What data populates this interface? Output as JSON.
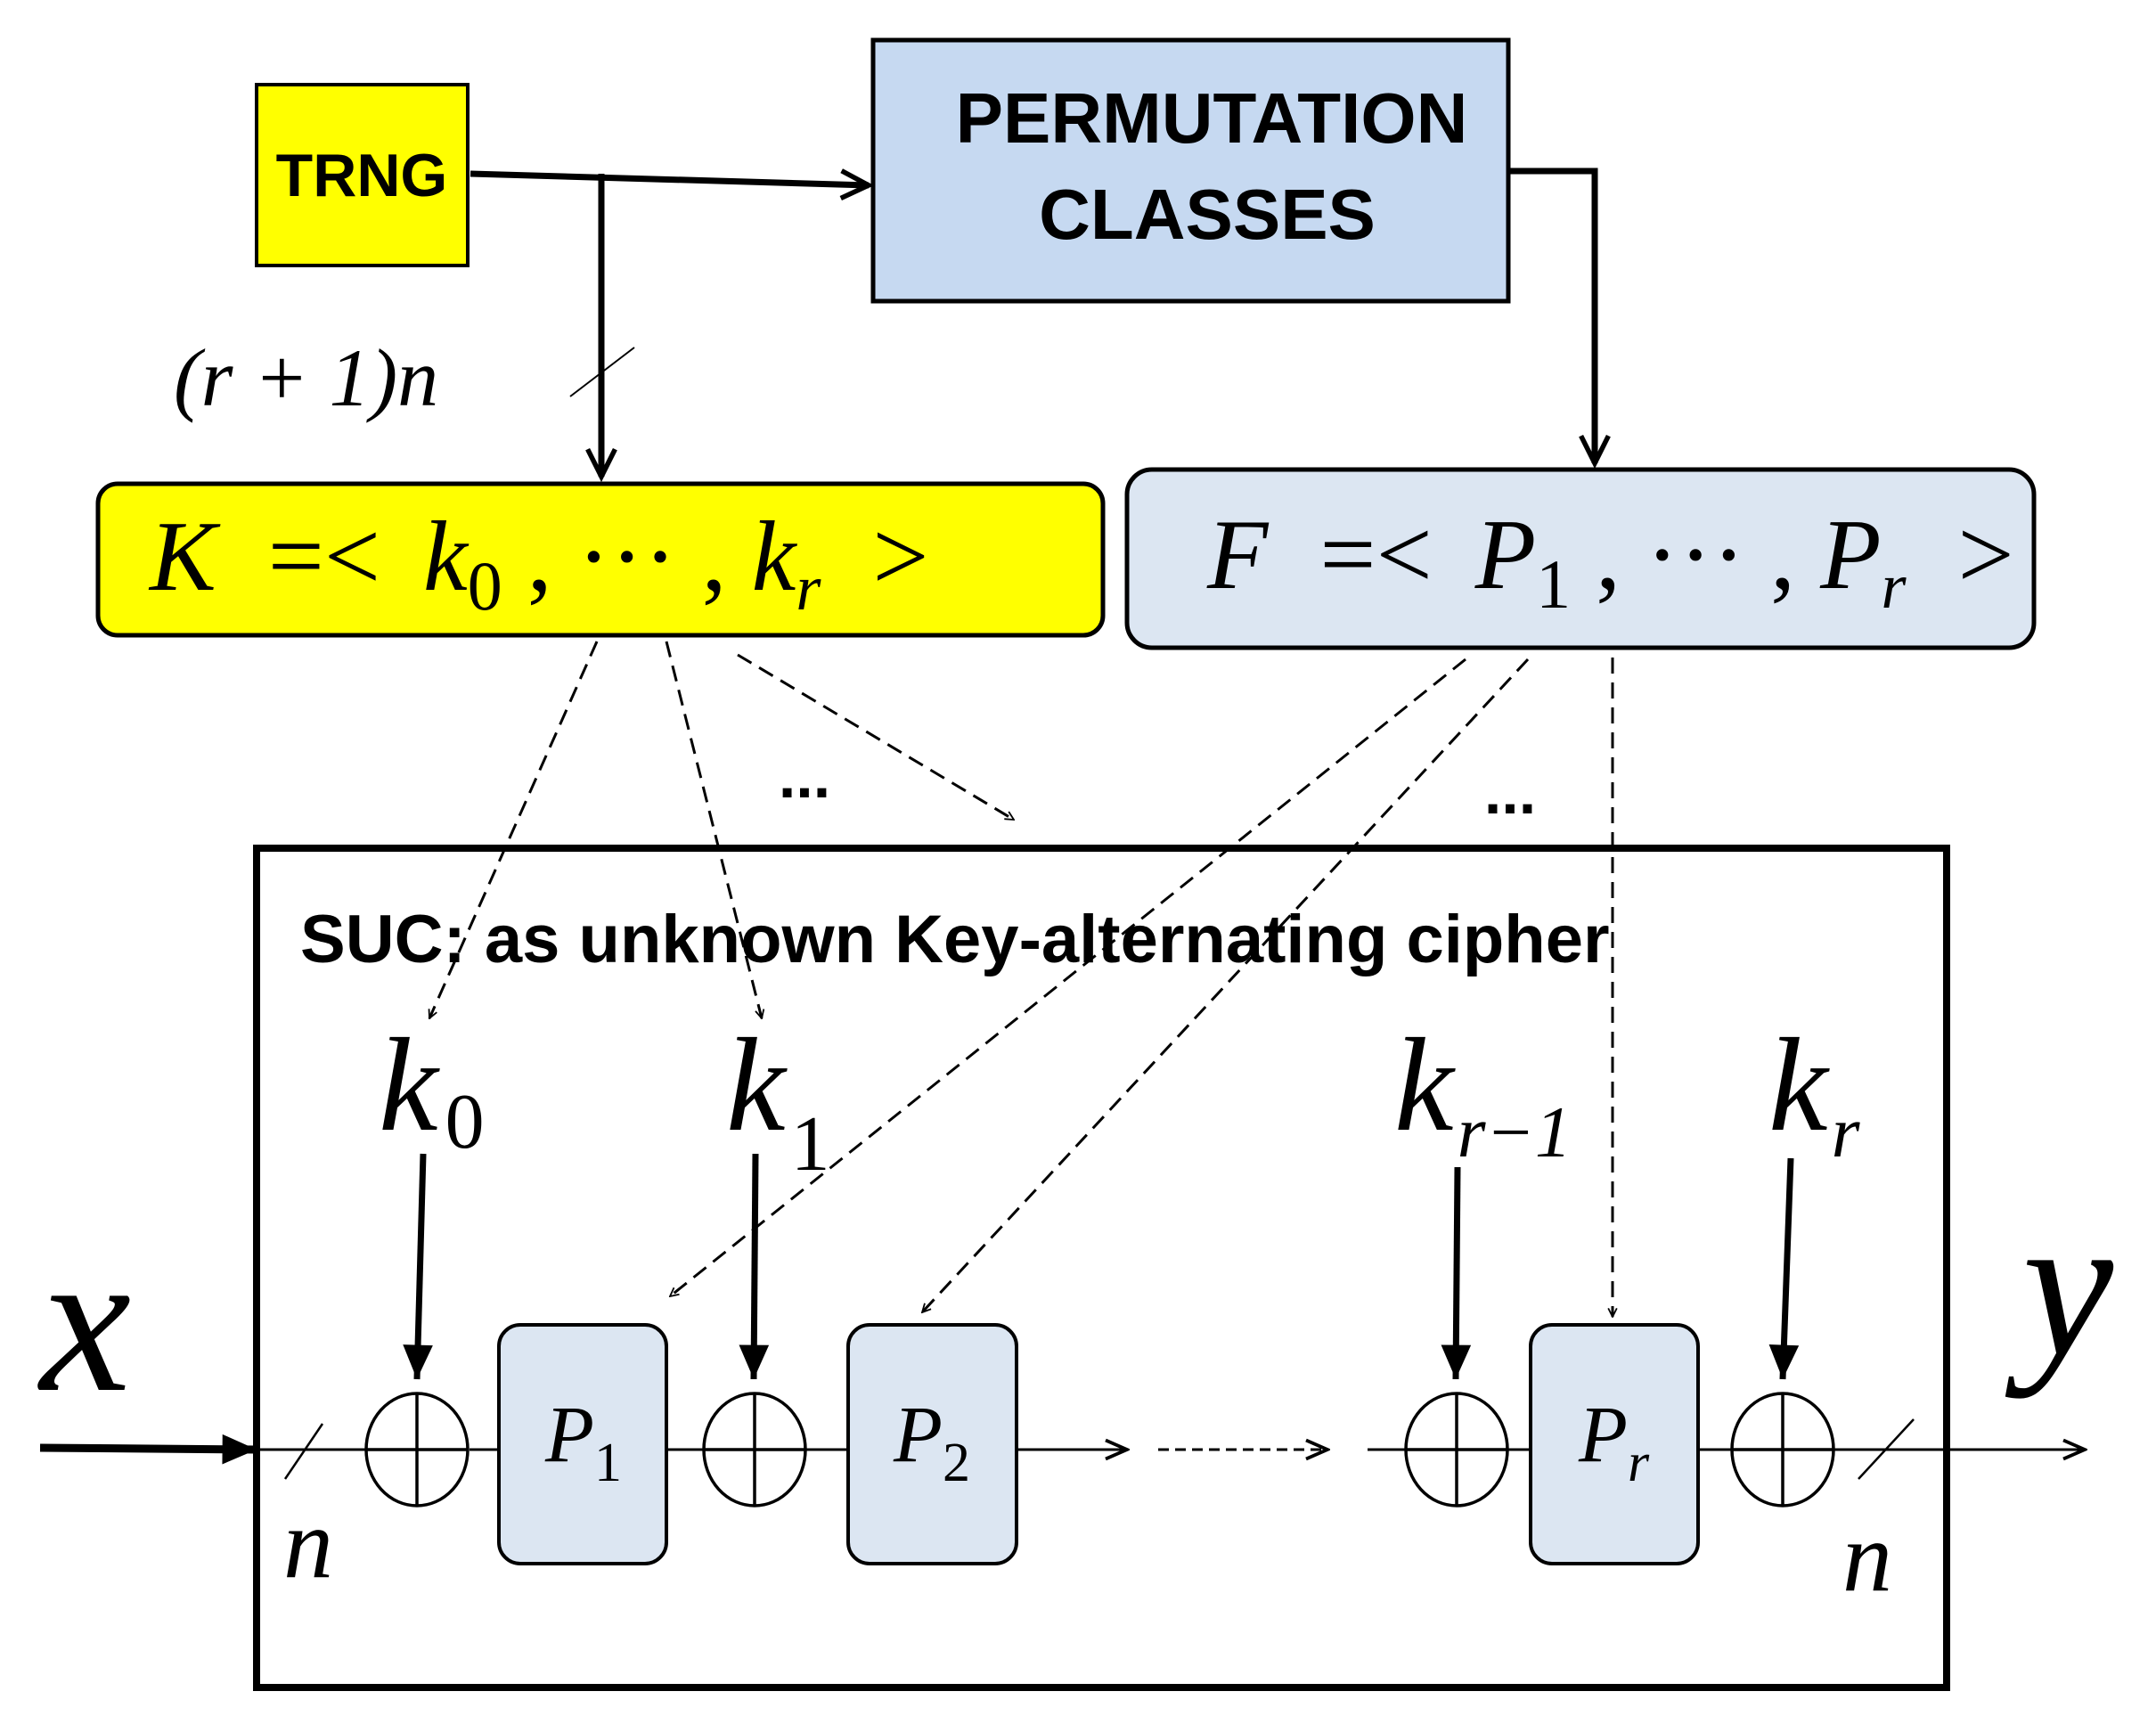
{
  "colors": {
    "trng_fill": "#ffff00",
    "key_fill": "#ffff00",
    "perm_fill": "#c6d9f1",
    "f_fill": "#dce6f2",
    "p_fill": "#dce6f2",
    "stroke": "#000000"
  },
  "trng": {
    "label": "TRNG"
  },
  "permutation_classes": {
    "line1": "PERMUTATION",
    "line2": "CLASSES"
  },
  "key_label": {
    "prefix": "(r + 1)n"
  },
  "key_set": {
    "lhs": "K",
    "eq": "=<",
    "k0": "k",
    "k0_sub": "0",
    "sep": ", ··· ,",
    "kr": "k",
    "kr_sub": "r",
    "close": ">"
  },
  "perm_set": {
    "lhs": "F",
    "eq": "=<",
    "p1": "P",
    "p1_sub": "1",
    "sep": ", ··· ,",
    "pr": "P",
    "pr_sub": "r",
    "close": ">"
  },
  "ellipsis_left": "...",
  "ellipsis_right": "...",
  "suc": {
    "title": "SUC: as unknown Key-alternating cipher"
  },
  "keys": [
    {
      "var": "k",
      "sub": "0"
    },
    {
      "var": "k",
      "sub": "1"
    },
    {
      "var": "k",
      "sub": "r−1"
    },
    {
      "var": "k",
      "sub": "r"
    }
  ],
  "perms": [
    {
      "var": "P",
      "sub": "1"
    },
    {
      "var": "P",
      "sub": "2"
    },
    {
      "var": "P",
      "sub": "r"
    }
  ],
  "input": {
    "var": "x",
    "width": "n"
  },
  "output": {
    "var": "y",
    "width": "n"
  }
}
